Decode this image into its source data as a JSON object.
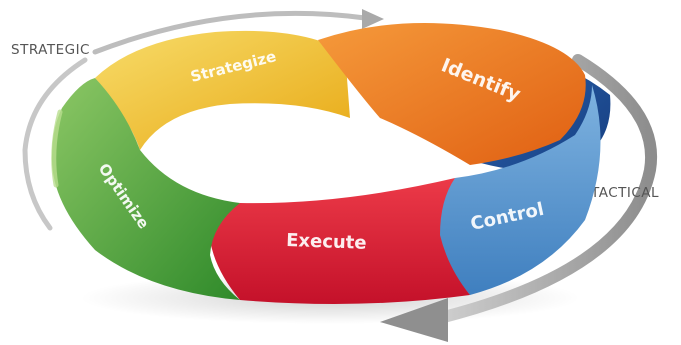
{
  "labels": {
    "strategic": "STRATEGIC",
    "tactical": "TACTICAL"
  },
  "segments": [
    {
      "id": "strategize",
      "label": "Strategize",
      "color": "#f2c31a"
    },
    {
      "id": "identify",
      "label": "Identify",
      "color": "#ef7a1a"
    },
    {
      "id": "control",
      "label": "Control",
      "color": "#5e9bd2"
    },
    {
      "id": "execute",
      "label": "Execute",
      "color": "#e01f35"
    },
    {
      "id": "optimize",
      "label": "Optimize",
      "color": "#4ea43a"
    }
  ],
  "colors": {
    "arrow": "#9a9a9a",
    "band_back": "#1d4f9c"
  }
}
